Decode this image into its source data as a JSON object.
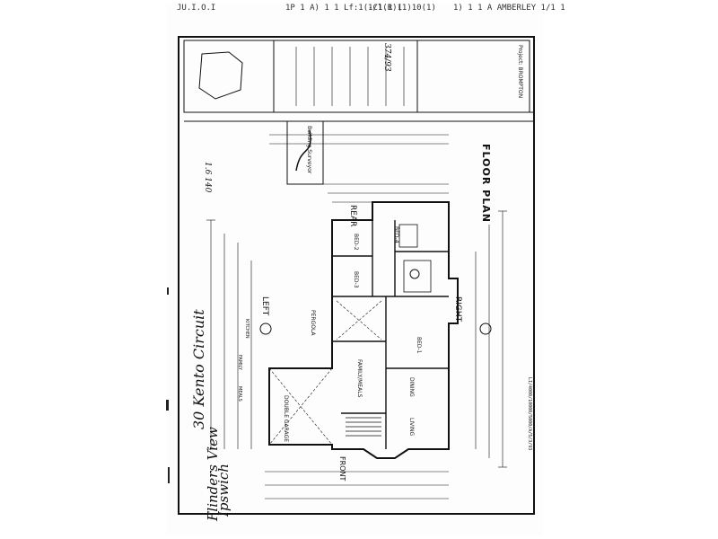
{
  "header": {
    "scrawl_left": "JU.I.O.I",
    "scrawl_mid": "1P 1 A) 1 1 Lf:1(-Cl.R 1",
    "scrawl_mid2": "1/1(1)(1)10(1)",
    "scrawl_right": "1) 1 1 A AMBERLEY 1/1 1"
  },
  "plan": {
    "title": "FLOOR PLAN",
    "orientation": {
      "rear": "REAR",
      "left": "LEFT",
      "right": "RIGHT",
      "front": "FRONT"
    },
    "rooms": {
      "double_garage": "DOUBLE GARAGE",
      "pergola": "PERGOLA",
      "family_meals": "FAMILY/MEALS",
      "dining": "DINING",
      "living": "LIVING",
      "bed1": "BED-1",
      "bed2": "BED-2",
      "bed3": "BED-3",
      "bed4": "BED-4",
      "kitchen": "KITCHEN",
      "family": "FAMILY",
      "meals": "MEALS"
    },
    "approval_stamp": "Building Surveyor",
    "title_block_heading": "Project: BROMPTON",
    "footer_ref": "LI/4000/10000/5000/A/5/3/93"
  },
  "handwriting": {
    "line1": "30 Kento Circuit",
    "line2": "Flinders View",
    "line3": "Ipswich",
    "top_note": "1.6 140",
    "ref_note": "374/93"
  }
}
